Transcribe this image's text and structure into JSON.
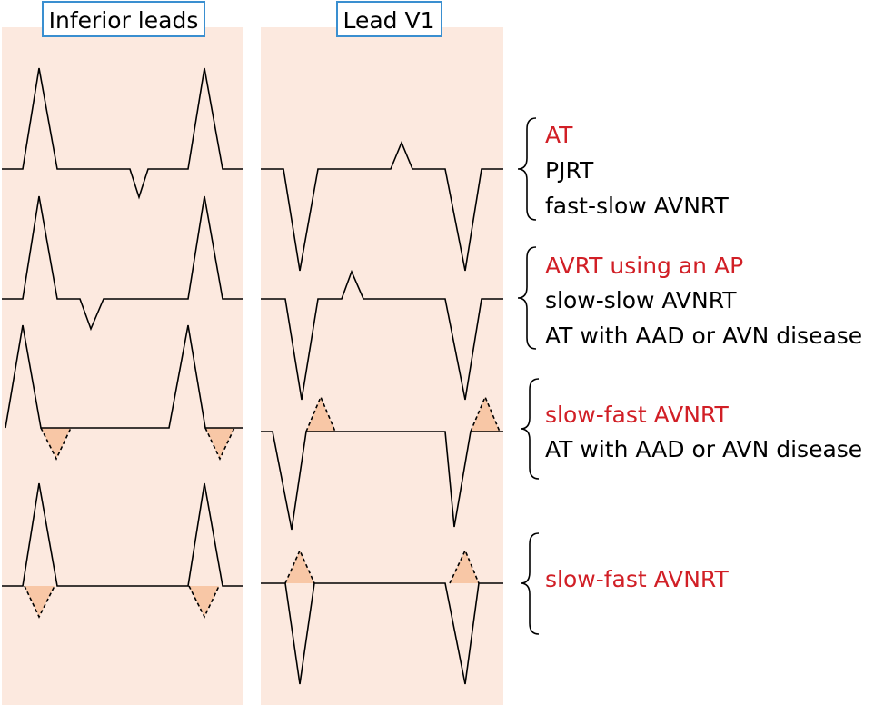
{
  "colors": {
    "panel_bg": "#fce9df",
    "trace": "#000000",
    "fill": "#f8c7a6",
    "title_border": "#3a8fd0",
    "red": "#d11f26",
    "black": "#000000"
  },
  "panels": {
    "inferior_title": "Inferior leads",
    "v1_title": "Lead V1"
  },
  "groups": [
    {
      "lines": [
        {
          "text": "AT",
          "color": "red"
        },
        {
          "text": "PJRT",
          "color": "black"
        },
        {
          "text": "fast-slow AVNRT",
          "color": "black"
        }
      ]
    },
    {
      "lines": [
        {
          "text": "AVRT using an AP",
          "color": "red"
        },
        {
          "text": "slow-slow AVNRT",
          "color": "black"
        },
        {
          "text": "AT with AAD or AVN disease",
          "color": "black"
        }
      ]
    },
    {
      "lines": [
        {
          "text": "slow-fast AVNRT",
          "color": "red"
        },
        {
          "text": "AT with AAD or AVN disease",
          "color": "black"
        }
      ]
    },
    {
      "lines": [
        {
          "text": "slow-fast AVNRT",
          "color": "red"
        }
      ]
    }
  ]
}
